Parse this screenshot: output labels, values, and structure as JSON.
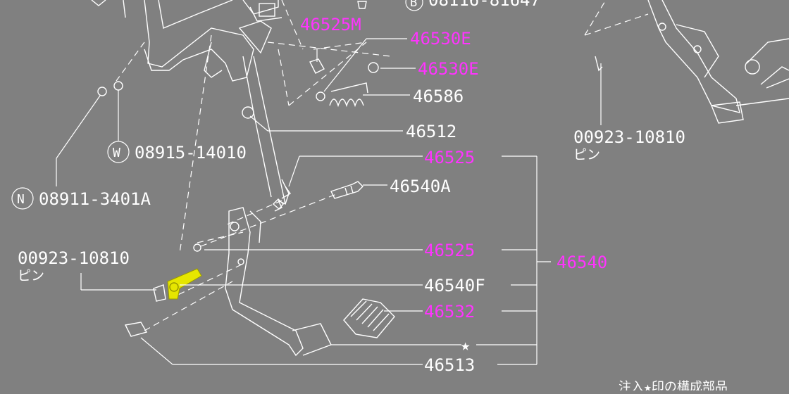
{
  "labels": {
    "top_bolt": "08116-81647",
    "top_bolt_prefix": "B",
    "p46525M": "46525M",
    "p46530E_1": "46530E",
    "p46530E_2": "46530E",
    "p46586": "46586",
    "p46512": "46512",
    "washer": "08915-14010",
    "washer_prefix": "W",
    "nut": "08911-3401A",
    "nut_prefix": "N",
    "p46525_upper": "46525",
    "p46540A": "46540A",
    "pin_left_code": "00923-10810",
    "pin_left_name": "ピン",
    "p46525_lower": "46525",
    "assembly": "46540",
    "p46540F": "46540F",
    "p46532": "46532",
    "star": "★",
    "p46513": "46513",
    "pin_right_code": "00923-10810",
    "pin_right_name": "ピン",
    "footer_note": "注入★印の構成部品"
  },
  "colors": {
    "background": "#808080",
    "line": "#ffffff",
    "highlight_label": "#ff33ff",
    "selection": "#e6e600"
  }
}
